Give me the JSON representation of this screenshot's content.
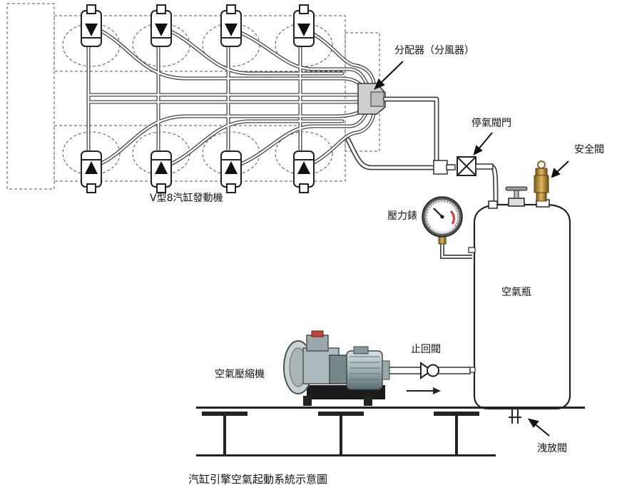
{
  "labels": {
    "distributor": "分配器（分風器）",
    "stop_valve": "停氣閥門",
    "safety_valve": "安全閥",
    "pressure_gauge": "壓力錶",
    "air_bottle": "空氣瓶",
    "check_valve": "止回閥",
    "compressor": "空氣壓縮機",
    "drain_valve": "洩放閥",
    "engine": "V型8汽缸發動機",
    "caption": "汽缸引擎空氣起動系統示意圖"
  }
}
